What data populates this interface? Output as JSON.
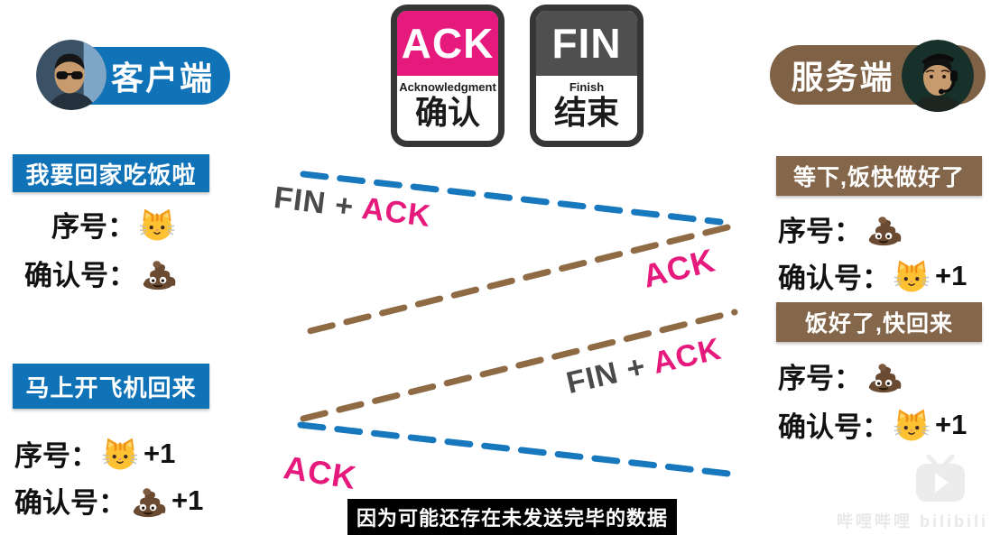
{
  "colors": {
    "client_blue": "#1173B7",
    "server_brown": "#84664A",
    "ack_pink": "#E6197D",
    "fin_gray": "#4F4F4F",
    "line_blue": "#1778BE",
    "line_brown": "#8F6B45"
  },
  "client": {
    "label": "客户端",
    "messages": [
      {
        "title": "我要回家吃饭啦",
        "fields": [
          {
            "label": "序号：",
            "emoji": "🐱",
            "suffix": ""
          },
          {
            "label": "确认号：",
            "emoji": "💩",
            "suffix": ""
          }
        ]
      },
      {
        "title": "马上开飞机回来",
        "fields": [
          {
            "label": "序号：",
            "emoji": "🐱",
            "suffix": "+1"
          },
          {
            "label": "确认号：",
            "emoji": "💩",
            "suffix": "+1"
          }
        ]
      }
    ]
  },
  "server": {
    "label": "服务端",
    "messages": [
      {
        "title": "等下,饭快做好了",
        "fields": [
          {
            "label": "序号：",
            "emoji": "💩",
            "suffix": ""
          },
          {
            "label": "确认号：",
            "emoji": "🐱",
            "suffix": "+1"
          }
        ]
      },
      {
        "title": "饭好了,快回来",
        "fields": [
          {
            "label": "序号：",
            "emoji": "💩",
            "suffix": ""
          },
          {
            "label": "确认号：",
            "emoji": "🐱",
            "suffix": "+1"
          }
        ]
      }
    ]
  },
  "legend_cards": [
    {
      "abbr": "ACK",
      "full": "Acknowledgment",
      "zh": "确认"
    },
    {
      "abbr": "FIN",
      "full": "Finish",
      "zh": "结束"
    }
  ],
  "flows": [
    {
      "from": "client",
      "to": "server",
      "label_gray": "FIN + ",
      "label_pink": "ACK"
    },
    {
      "from": "server",
      "to": "client",
      "label_gray": "",
      "label_pink": "ACK"
    },
    {
      "from": "server",
      "to": "client",
      "label_gray": "FIN + ",
      "label_pink": "ACK"
    },
    {
      "from": "client",
      "to": "server",
      "label_gray": "",
      "label_pink": "ACK"
    }
  ],
  "caption": "因为可能还存在未发送完毕的数据",
  "watermark": {
    "text": "哔哩哔哩 bilibili"
  }
}
